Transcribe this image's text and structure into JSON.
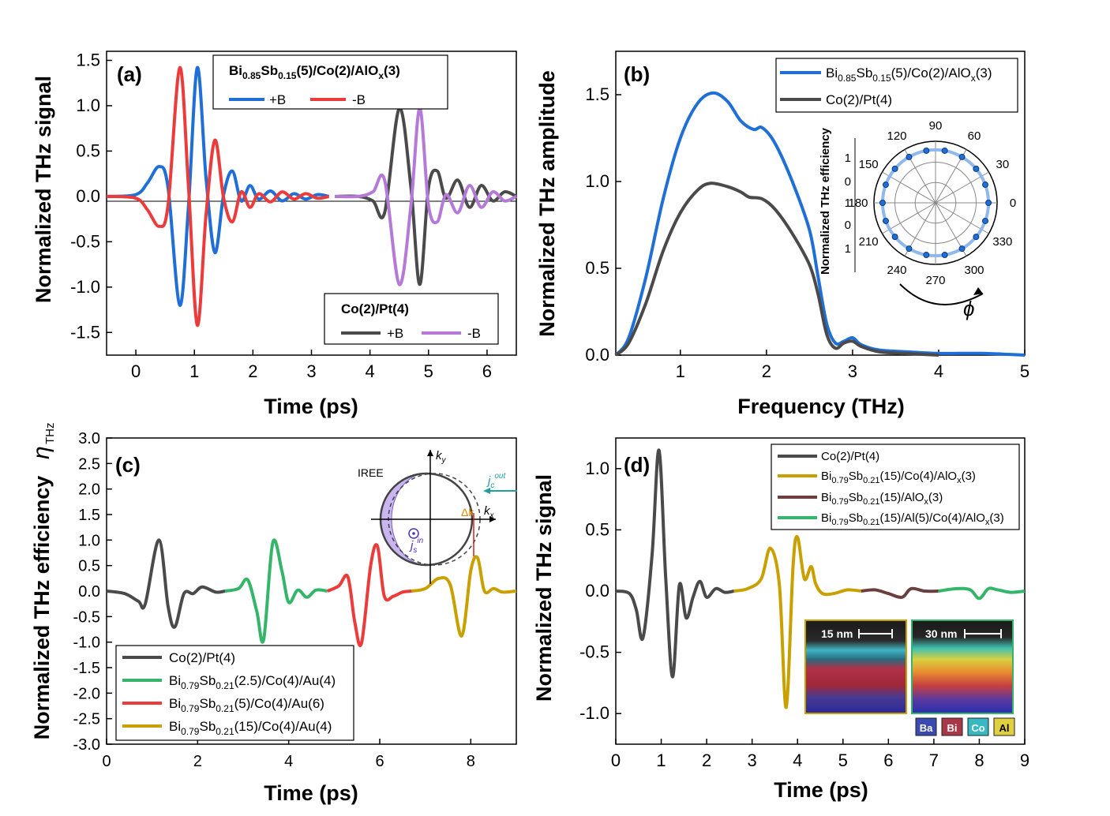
{
  "colors": {
    "blue": "#1f6fd6",
    "red": "#ec3b3b",
    "darkgray": "#4a4a4a",
    "purple": "#b57ad8",
    "green": "#34b56a",
    "gold": "#c8a000",
    "brown": "#6b3f3f"
  },
  "chart_data": [
    {
      "panel": "(a)",
      "type": "line",
      "xlabel": "Time (ps)",
      "ylabel": "Normalized THz signal",
      "xlim": [
        -0.5,
        6.5
      ],
      "ylim": [
        -1.75,
        1.6
      ],
      "xticks": [
        "0",
        "1",
        "2",
        "3",
        "4",
        "5",
        "6"
      ],
      "yticks": [
        "1.5",
        "1.0",
        "0.5",
        "0.0",
        "-0.5",
        "-1.0",
        "-1.5"
      ],
      "legend_top": {
        "title_main": "Bi",
        "title_sub1": "0.85",
        "title_mid": "Sb",
        "title_sub2": "0.15",
        "title_rest": "(5)/Co(2)/AlO",
        "title_sub3": "x",
        "title_end": "(3)",
        "entries": [
          "+B",
          "-B"
        ]
      },
      "legend_bottom": {
        "title": "Co(2)/Pt(4)",
        "entries": [
          "+B",
          "-B"
        ]
      },
      "series": [
        {
          "name": "+B",
          "sample": "BiSb/Co/AlOx",
          "x": [
            -0.5,
            0.0,
            0.2,
            0.4,
            0.55,
            0.75,
            0.9,
            1.05,
            1.2,
            1.35,
            1.5,
            1.65,
            1.8,
            1.95,
            2.1,
            2.3,
            2.5,
            2.7,
            2.9,
            3.1,
            3.3
          ],
          "values": [
            0,
            0.02,
            0.15,
            0.33,
            0.1,
            -1.2,
            -0.1,
            1.42,
            0.2,
            -0.62,
            0.02,
            0.28,
            -0.05,
            0.12,
            -0.03,
            0.06,
            -0.05,
            0.03,
            -0.03,
            0.02,
            0
          ]
        },
        {
          "name": "-B",
          "sample": "BiSb/Co/AlOx",
          "x": [
            -0.5,
            0.0,
            0.2,
            0.4,
            0.55,
            0.75,
            0.9,
            1.05,
            1.2,
            1.35,
            1.5,
            1.65,
            1.8,
            1.95,
            2.1,
            2.3,
            2.5,
            2.7,
            2.9,
            3.1,
            3.3
          ],
          "values": [
            0,
            -0.02,
            -0.15,
            -0.33,
            -0.1,
            1.42,
            0.1,
            -1.42,
            -0.2,
            0.62,
            -0.02,
            -0.28,
            0.05,
            -0.12,
            0.03,
            -0.06,
            0.05,
            -0.03,
            0.03,
            -0.02,
            0
          ]
        },
        {
          "name": "+B",
          "sample": "Co/Pt",
          "x": [
            3.4,
            3.8,
            4.05,
            4.25,
            4.5,
            4.7,
            4.85,
            5.0,
            5.15,
            5.3,
            5.5,
            5.7,
            5.9,
            6.1,
            6.3,
            6.5
          ],
          "values": [
            0,
            0,
            -0.05,
            -0.18,
            0.97,
            0.1,
            -0.97,
            0.1,
            0.28,
            -0.02,
            0.18,
            -0.12,
            0.12,
            -0.05,
            0.05,
            0
          ]
        },
        {
          "name": "-B",
          "sample": "Co/Pt",
          "x": [
            3.4,
            3.8,
            4.05,
            4.25,
            4.5,
            4.7,
            4.85,
            5.0,
            5.15,
            5.3,
            5.5,
            5.7,
            5.9,
            6.1,
            6.3,
            6.5
          ],
          "values": [
            0,
            0,
            0.05,
            0.18,
            -0.97,
            -0.1,
            0.97,
            -0.1,
            -0.28,
            0.02,
            -0.18,
            0.12,
            -0.12,
            0.05,
            -0.05,
            0
          ]
        }
      ]
    },
    {
      "panel": "(b)",
      "type": "line",
      "xlabel": "Frequency (THz)",
      "ylabel": "Normalized THz amplitude",
      "xlim": [
        0.25,
        5.0
      ],
      "ylim": [
        0,
        1.75
      ],
      "xticks": [
        "1",
        "2",
        "3",
        "4",
        "5"
      ],
      "yticks": [
        "1.5",
        "1.0",
        "0.5",
        "0.0"
      ],
      "series": [
        {
          "name": "Bi0.85Sb0.15(5)/Co(2)/AlOx(3)",
          "x": [
            0.25,
            0.4,
            0.6,
            0.8,
            1.0,
            1.2,
            1.38,
            1.55,
            1.7,
            1.85,
            1.95,
            2.1,
            2.3,
            2.5,
            2.6,
            2.7,
            2.8,
            2.9,
            3.0,
            3.1,
            3.3,
            3.6,
            4.0,
            4.5,
            5.0
          ],
          "values": [
            0.0,
            0.1,
            0.45,
            0.9,
            1.25,
            1.45,
            1.51,
            1.46,
            1.35,
            1.3,
            1.31,
            1.22,
            1.0,
            0.72,
            0.45,
            0.18,
            0.07,
            0.08,
            0.1,
            0.06,
            0.03,
            0.02,
            0.01,
            0.01,
            0.0
          ]
        },
        {
          "name": "Co(2)/Pt(4)",
          "x": [
            0.25,
            0.4,
            0.6,
            0.8,
            1.0,
            1.2,
            1.35,
            1.55,
            1.7,
            1.8,
            1.95,
            2.1,
            2.3,
            2.5,
            2.6,
            2.7,
            2.8,
            2.9,
            3.0,
            3.1,
            3.3,
            3.6,
            4.0
          ],
          "values": [
            0.0,
            0.07,
            0.3,
            0.6,
            0.82,
            0.95,
            0.99,
            0.97,
            0.94,
            0.91,
            0.9,
            0.84,
            0.7,
            0.52,
            0.35,
            0.12,
            0.04,
            0.07,
            0.08,
            0.05,
            0.02,
            0.01,
            0.0
          ]
        }
      ],
      "legend": [
        "Bi0.85Sb0.15(5)/Co(2)/AlOx(3)",
        "Co(2)/Pt(4)"
      ],
      "inset": {
        "type": "polar",
        "ylabel": "Normalized THz efficiency",
        "angle_labels": [
          "90",
          "60",
          "30",
          "0",
          "330",
          "300",
          "270",
          "240",
          "210",
          "180",
          "150",
          "120"
        ],
        "radial_labels": [
          "1",
          "0",
          "1",
          "0",
          "1"
        ],
        "phi_label": "ϕ",
        "points_deg": [
          0,
          20,
          40,
          60,
          80,
          100,
          120,
          140,
          160,
          180,
          200,
          220,
          240,
          260,
          280,
          300,
          320,
          340
        ],
        "radius": 1
      }
    },
    {
      "panel": "(c)",
      "type": "line",
      "xlabel": "Time (ps)",
      "ylabel": "Normalized THz efficiency",
      "ylabel_symbol": "η",
      "ylabel_sub": "THz",
      "xlim": [
        0,
        9
      ],
      "ylim": [
        -3.0,
        3.0
      ],
      "xticks": [
        "0",
        "2",
        "4",
        "6",
        "8"
      ],
      "yticks": [
        "3.0",
        "2.5",
        "2.0",
        "1.5",
        "1.0",
        "0.5",
        "0.0",
        "-0.5",
        "-1.0",
        "-1.5",
        "-2.0",
        "-2.5",
        "-3.0"
      ],
      "series": [
        {
          "name": "Co(2)/Pt(4)",
          "x": [
            0,
            0.4,
            0.7,
            0.85,
            1.15,
            1.35,
            1.5,
            1.7,
            1.9,
            2.1,
            2.4,
            2.6
          ],
          "values": [
            0,
            -0.05,
            -0.2,
            -0.25,
            1.0,
            -0.3,
            -0.7,
            -0.05,
            -0.05,
            0.08,
            -0.02,
            0
          ]
        },
        {
          "name": "Bi0.79Sb0.21(2.5)/Co(4)/Au(4)",
          "x": [
            2.6,
            2.9,
            3.1,
            3.3,
            3.45,
            3.65,
            3.85,
            4.0,
            4.2,
            4.4,
            4.6,
            4.85
          ],
          "values": [
            0,
            0.05,
            0.22,
            -0.4,
            -0.95,
            0.95,
            0.4,
            -0.22,
            0.02,
            -0.12,
            0.02,
            0
          ]
        },
        {
          "name": "Bi0.79Sb0.21(5)/Co(4)/Au(6)",
          "x": [
            4.85,
            5.1,
            5.3,
            5.45,
            5.6,
            5.8,
            5.95,
            6.1,
            6.3,
            6.5,
            6.7
          ],
          "values": [
            0,
            0.1,
            0.28,
            -0.6,
            -1.02,
            0.5,
            0.88,
            -0.1,
            -0.1,
            -0.02,
            0
          ]
        },
        {
          "name": "Bi0.79Sb0.21(15)/Co(4)/Au(4)",
          "x": [
            6.7,
            7.0,
            7.3,
            7.55,
            7.8,
            8.0,
            8.15,
            8.3,
            8.5,
            8.7,
            9.0
          ],
          "values": [
            0,
            0.05,
            0.25,
            0.12,
            -0.88,
            0.4,
            0.65,
            0.0,
            0.05,
            -0.02,
            0
          ]
        }
      ],
      "legend": [
        "Co(2)/Pt(4)",
        "Bi0.79Sb0.21(2.5)/Co(4)/Au(4)",
        "Bi0.79Sb0.21(5)/Co(4)/Au(6)",
        "Bi0.79Sb0.21(15)/Co(4)/Au(4)"
      ],
      "inset": {
        "label_iree": "IREE",
        "ky": "k",
        "ky_sub": "y",
        "kx": "k",
        "kx_sub": "x",
        "jc": "j",
        "jc_sub": "c",
        "jc_sup": "out",
        "js": "j",
        "js_sub": "s",
        "js_sup": "in",
        "dk": "Δk"
      }
    },
    {
      "panel": "(d)",
      "type": "line",
      "xlabel": "Time (ps)",
      "ylabel": "Normalized THz signal",
      "xlim": [
        0,
        9
      ],
      "ylim": [
        -1.25,
        1.25
      ],
      "xticks": [
        "0",
        "1",
        "2",
        "3",
        "4",
        "5",
        "6",
        "7",
        "8",
        "9"
      ],
      "yticks": [
        "1.0",
        "0.5",
        "0.0",
        "-0.5",
        "-1.0"
      ],
      "series": [
        {
          "name": "Co(2)/Pt(4)",
          "x": [
            0,
            0.3,
            0.45,
            0.6,
            0.8,
            0.95,
            1.1,
            1.25,
            1.4,
            1.55,
            1.7,
            1.85,
            2.0,
            2.2,
            2.4,
            2.6
          ],
          "values": [
            0,
            -0.02,
            -0.15,
            -0.38,
            0.3,
            1.15,
            0.1,
            -0.7,
            0.05,
            -0.22,
            -0.05,
            0.08,
            -0.05,
            0.02,
            -0.01,
            0
          ]
        },
        {
          "name": "Bi0.79Sb0.21(15)/Co(4)/AlOx(3)",
          "x": [
            2.6,
            2.9,
            3.2,
            3.4,
            3.6,
            3.75,
            3.9,
            4.0,
            4.15,
            4.3,
            4.4,
            4.55,
            4.8,
            5.1,
            5.4
          ],
          "values": [
            0,
            0.02,
            0.1,
            0.35,
            0.05,
            -0.95,
            0.2,
            0.44,
            0.1,
            0.2,
            0.06,
            -0.02,
            -0.02,
            0.01,
            0
          ]
        },
        {
          "name": "Bi0.79Sb0.21(15)/AlOx(3)",
          "x": [
            5.4,
            5.7,
            6.0,
            6.3,
            6.5,
            6.8,
            7.1
          ],
          "values": [
            0,
            0.01,
            -0.02,
            -0.05,
            0.02,
            0.0,
            0
          ]
        },
        {
          "name": "Bi0.79Sb0.21(15)/Al(5)/Co(4)/AlOx(3)",
          "x": [
            7.1,
            7.5,
            7.8,
            8.0,
            8.2,
            8.4,
            8.7,
            9.0
          ],
          "values": [
            0,
            0.02,
            0.01,
            -0.06,
            0.02,
            0.01,
            -0.01,
            0
          ]
        }
      ],
      "legend": [
        "Co(2)/Pt(4)",
        "Bi0.79Sb0.21(15)/Co(4)/AlOx(3)",
        "Bi0.79Sb0.21(15)/AlOx(3)",
        "Bi0.79Sb0.21(15)/Al(5)/Co(4)/AlOx(3)"
      ],
      "inset": {
        "scale1": "15 nm",
        "scale2": "30 nm",
        "elements": [
          "Ba",
          "Bi",
          "Co",
          "Al"
        ],
        "element_colors": [
          "#3a4ab0",
          "#a83848",
          "#38b8c0",
          "#e0d040"
        ]
      }
    }
  ],
  "legend_text": {
    "a_top_title": "Bi0.85Sb0.15(5)/Co(2)/AlOx(3)",
    "a_bottom_title": "Co(2)/Pt(4)",
    "plusB": "+B",
    "minusB": "-B"
  }
}
